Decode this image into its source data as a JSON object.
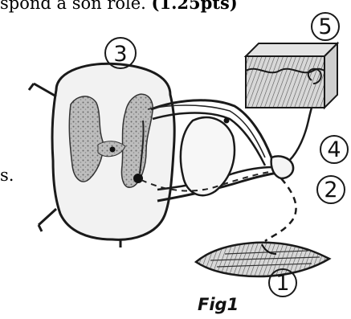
{
  "instruction": {
    "text": "spond à son rôle.",
    "points": "(1.25pts)"
  },
  "left_fragment": "s.",
  "labels": [
    "1",
    "2",
    "3",
    "4",
    "5"
  ],
  "figure_caption": "Fig1"
}
